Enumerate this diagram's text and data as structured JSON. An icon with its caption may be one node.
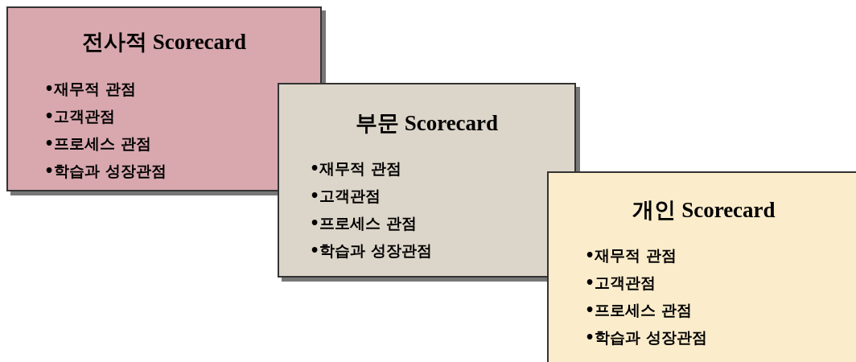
{
  "diagram": {
    "nodes": [
      {
        "text": [
          "전사적 Scorecard",
          "•재무적 관점",
          "•고객관점",
          "•프로세스 관점",
          "•학습과 성장관점"
        ]
      },
      {
        "text": [
          "부문 Scorecard",
          "•재무적 관점",
          "•고객관점",
          "•프로세스 관점",
          "•학습과 성장관점"
        ]
      },
      {
        "text": [
          "개인 Scorecard",
          "•재무적 관점",
          "•고객관점",
          "•프로세스 관점",
          "•학습과 성장관점"
        ]
      }
    ]
  }
}
